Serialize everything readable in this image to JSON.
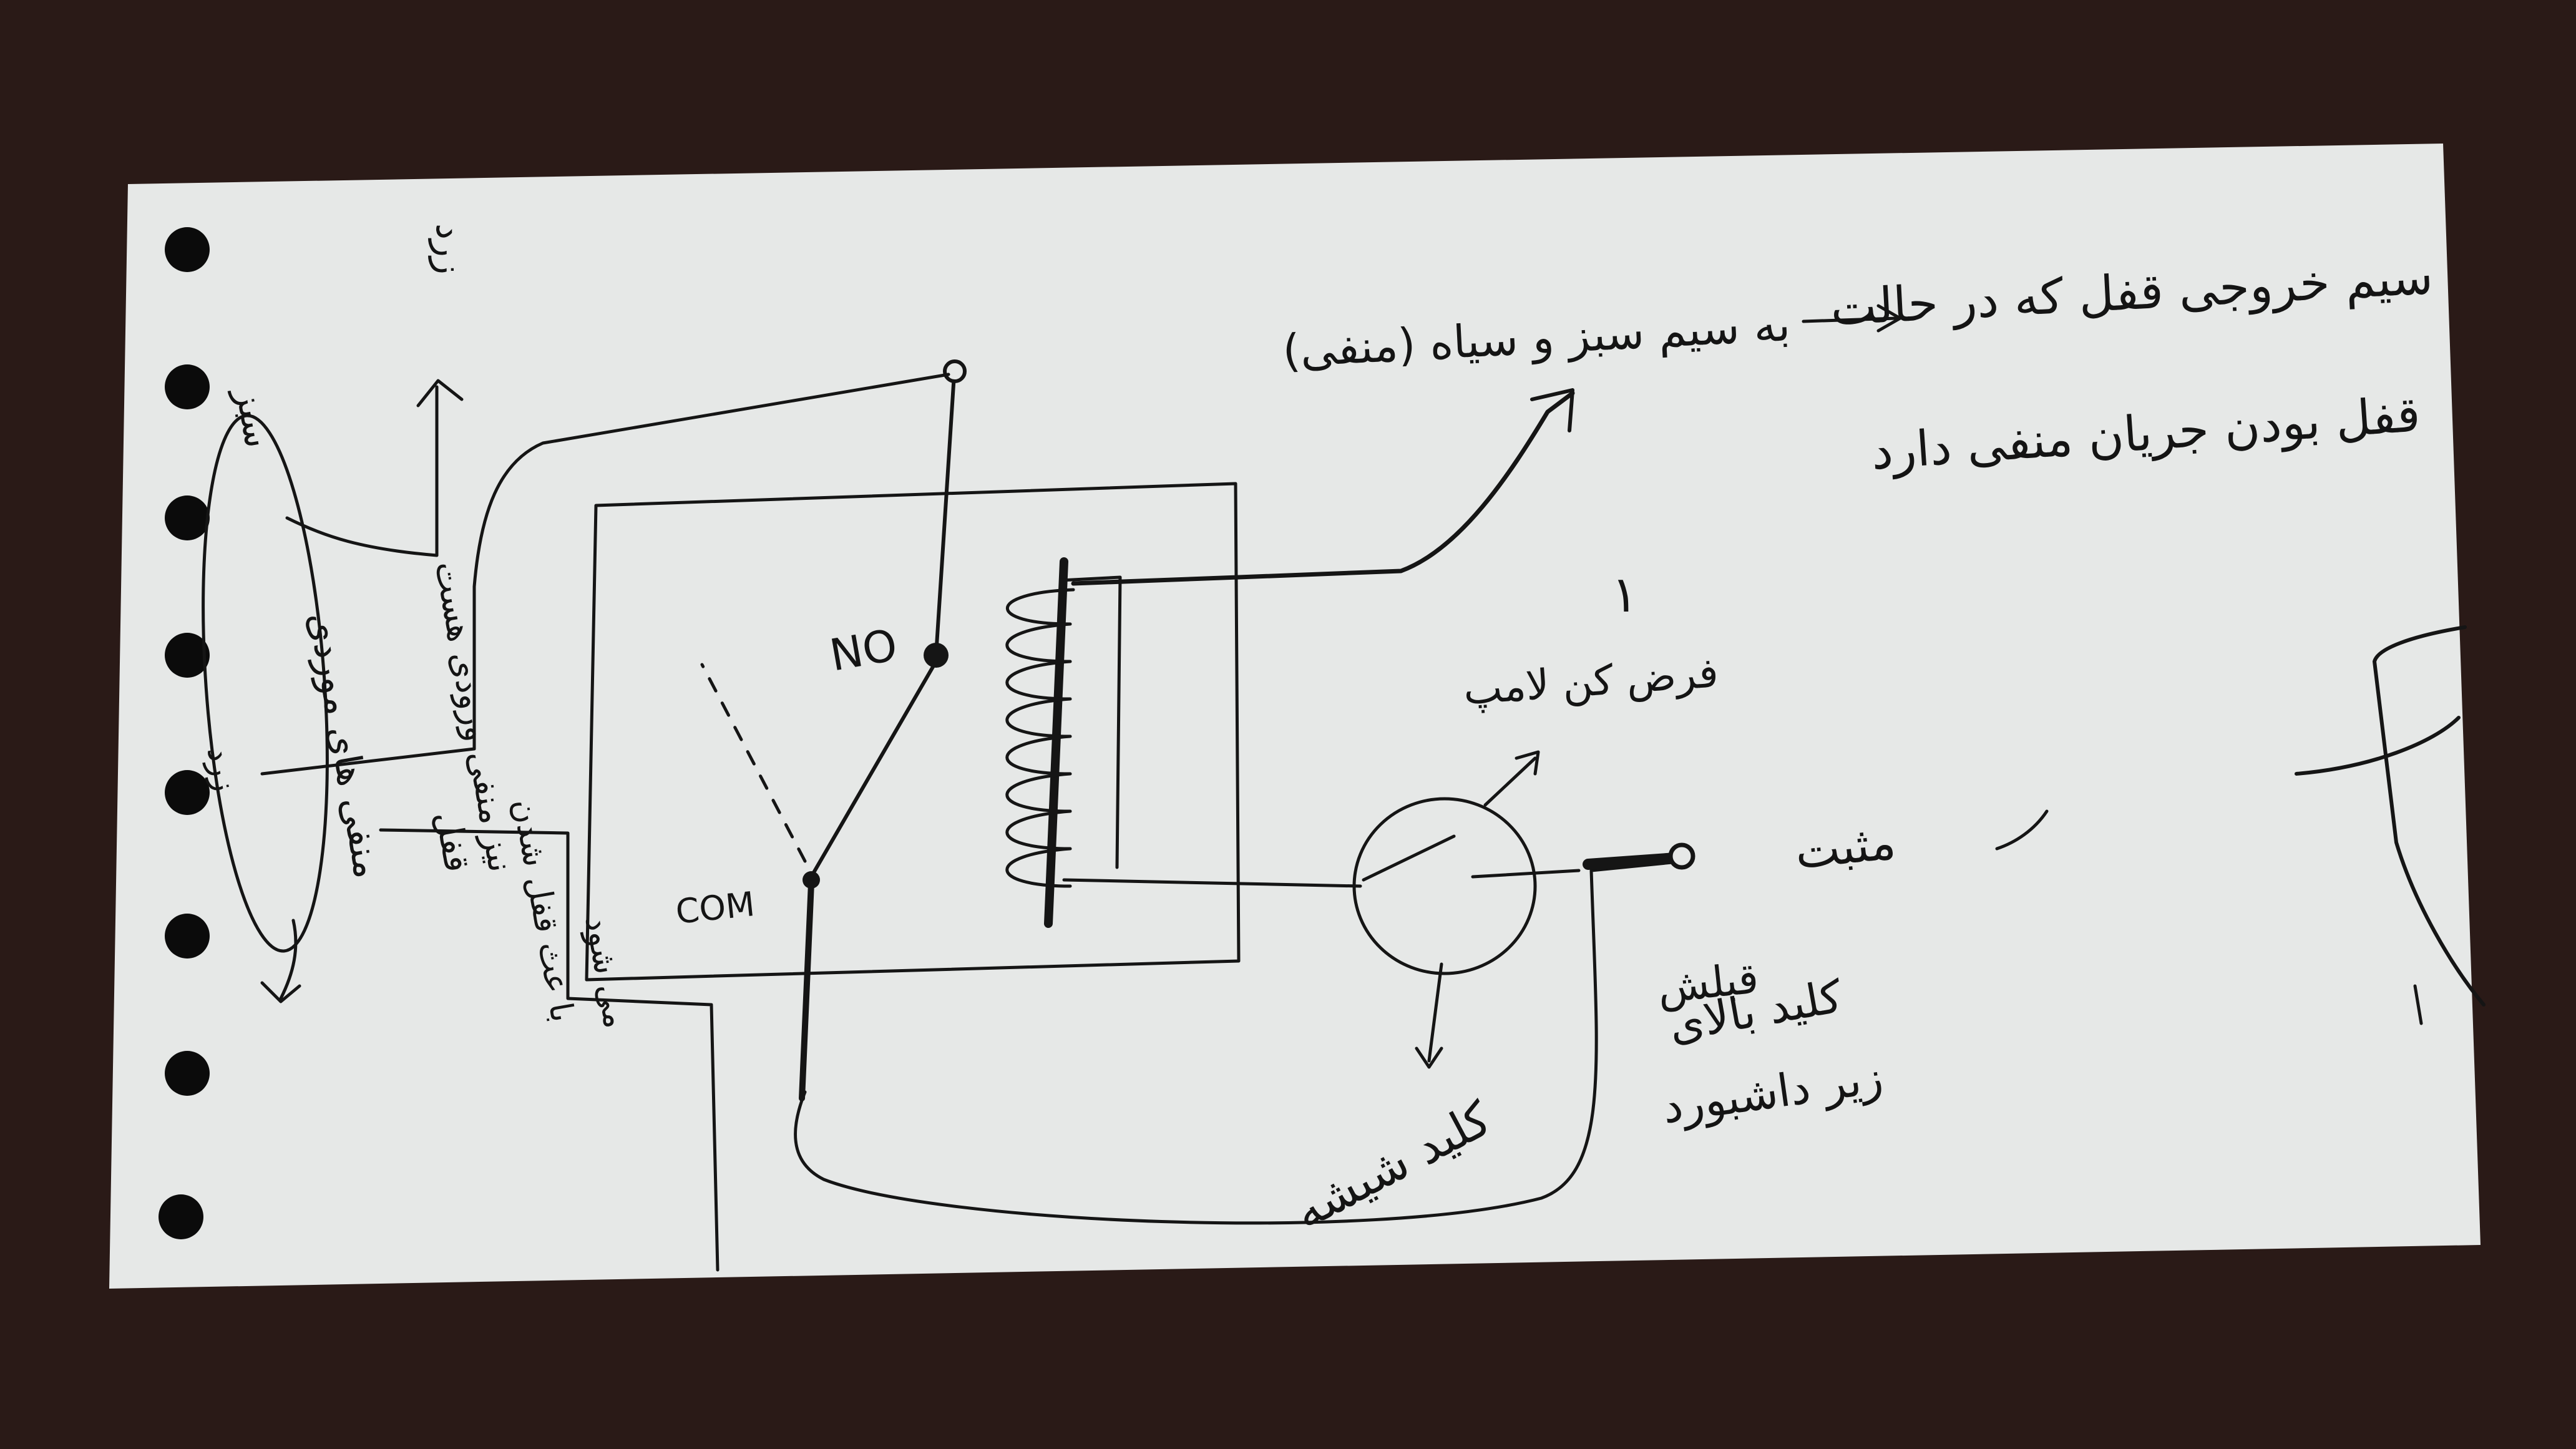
{
  "diagram": {
    "labels": {
      "top_right_line1": "سیم خروجی قفل که در حالت",
      "top_right_line2": "قفل بودن جریان منفی دارد",
      "to_wire": "به سیم سبز و سیاه (منفی)",
      "mid_number": "۱",
      "bulb_note": "فرض کن لامپ",
      "relay_no": "NO",
      "relay_com": "COM",
      "wire_yellow": "زرد",
      "wire_green": "سبز",
      "left_line1": "منفی های موردی",
      "left_box_line1": "قفل",
      "left_box_line2": "نیز منفی ورودی هست",
      "left_box_line3": "با عث قفل شدن",
      "left_box_line4": "می شود",
      "glass_key": "کلید شیشه",
      "switch_pos": "مثبت",
      "switch_note1": "کلید بالای",
      "switch_note2": "زیر داشبورد",
      "switch_word": "قبلش"
    },
    "colors": {
      "paper": "#e6e8e7",
      "ink": "#151515",
      "background": "#2a1a17"
    }
  }
}
